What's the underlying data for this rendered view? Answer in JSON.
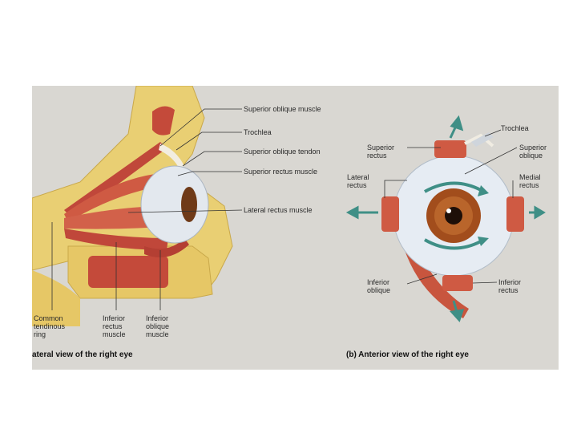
{
  "colors": {
    "page": "#ffffff",
    "photo_bg": "#d9d7d2",
    "bone": "#e9cf73",
    "muscle": "#c8553e",
    "sclera": "#e6ecf3",
    "iris": "#a24d1c",
    "arrow": "#3f8f86"
  },
  "left_panel": {
    "labels": {
      "sup_oblique_muscle": "Superior oblique muscle",
      "trochlea": "Trochlea",
      "sup_oblique_tendon": "Superior oblique tendon",
      "sup_rectus_muscle": "Superior rectus muscle",
      "lat_rectus_muscle": "Lateral rectus muscle",
      "common_ring": "Common\ntendinous\nring",
      "inf_rectus_muscle": "Inferior\nrectus\nmuscle",
      "inf_oblique_muscle": "Inferior\noblique\nmuscle"
    },
    "caption": "ateral view of the right eye"
  },
  "right_panel": {
    "labels": {
      "trochlea": "Trochlea",
      "superior_rectus": "Superior\nrectus",
      "superior_oblique": "Superior\noblique",
      "lateral_rectus": "Lateral\nrectus",
      "medial_rectus": "Medial\nrectus",
      "inferior_oblique": "Inferior\noblique",
      "inferior_rectus": "Inferior\nrectus"
    },
    "caption": "(b) Anterior view of the right eye"
  },
  "icons": [
    "rotation-arrow-icon",
    "direction-arrow-icon"
  ]
}
